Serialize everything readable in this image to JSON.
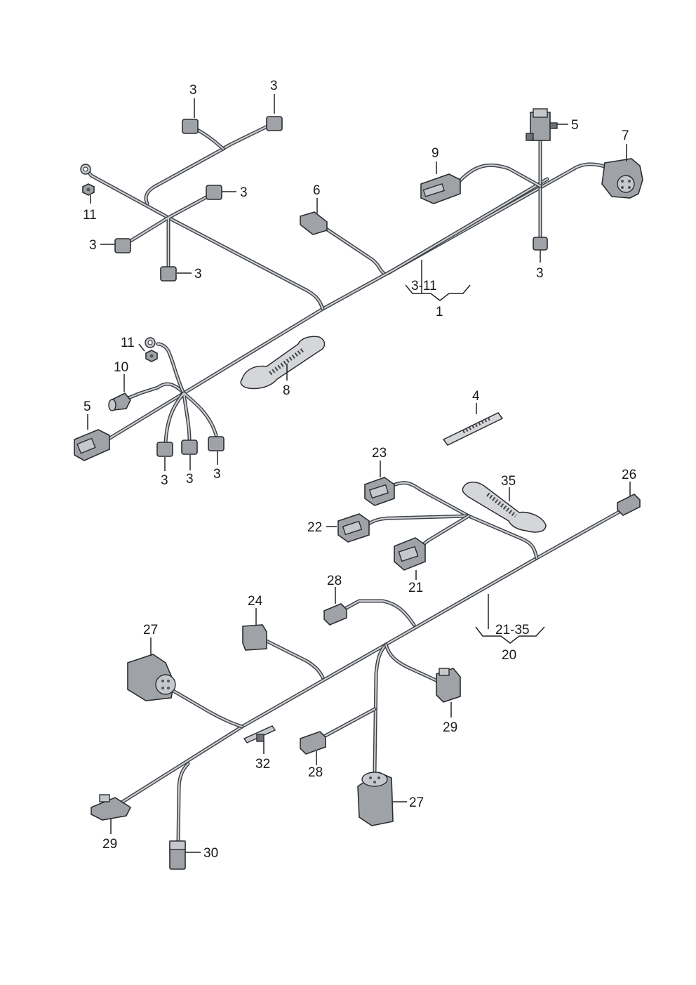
{
  "diagram": {
    "labels": {
      "l3a": "3",
      "l3b": "3",
      "l3c": "3",
      "l3d": "3",
      "l3e": "3",
      "l3f": "3",
      "l3g": "3",
      "l3h": "3",
      "l3i": "3",
      "l5a": "5",
      "l5b": "5",
      "l6": "6",
      "l7": "7",
      "l9": "9",
      "l11a": "11",
      "l11b": "11",
      "l10": "10",
      "l8": "8",
      "l4": "4",
      "range1": "3-11",
      "l1": "1",
      "l23": "23",
      "l22": "22",
      "l21": "21",
      "l35": "35",
      "l26": "26",
      "l28a": "28",
      "l28b": "28",
      "l24": "24",
      "l27a": "27",
      "l27b": "27",
      "l29a": "29",
      "l29b": "29",
      "l32": "32",
      "l30": "30",
      "range20": "21-35",
      "l20": "20"
    }
  }
}
